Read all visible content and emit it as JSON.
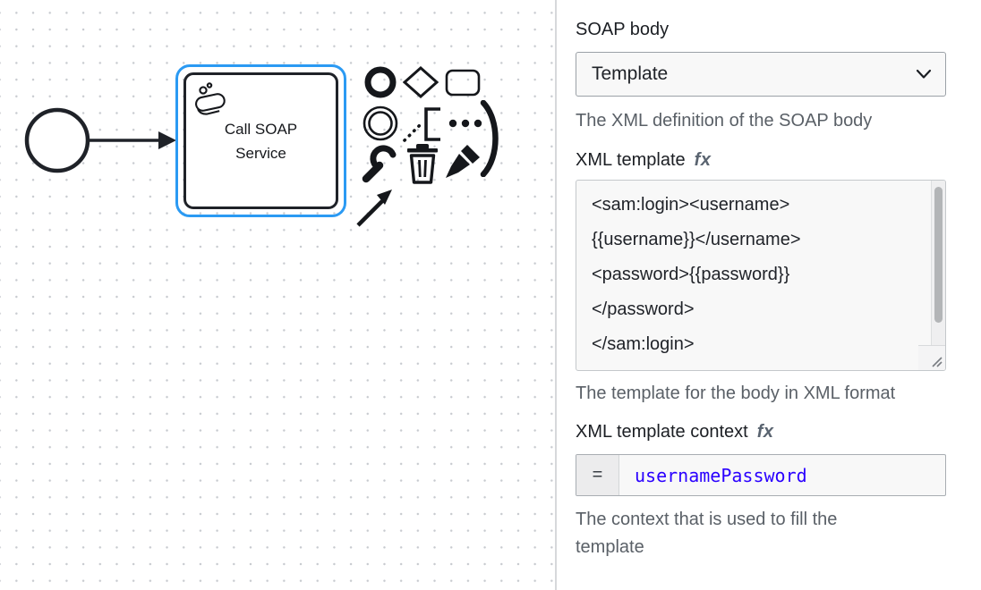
{
  "canvas": {
    "task_label": "Call SOAP Service",
    "icons": {
      "task_marker": "soap-bar-with-bubbles",
      "context_pad": [
        "end-event-circle",
        "gateway-diamond",
        "task-rectangle",
        "intermediate-event-double-circle",
        "text-annotation-bracket",
        "ellipsis-dots",
        "popup-paren-arc",
        "wrench",
        "trash-can",
        "paintbrush",
        "connect-arrow"
      ]
    }
  },
  "panel": {
    "soap_body": {
      "label": "SOAP body",
      "value": "Template",
      "help": "The XML definition of the SOAP body"
    },
    "xml_template": {
      "label": "XML template",
      "feel_indicator": "fx",
      "value": "<sam:login><username>\n{{username}}</username>\n<password>{{password}}\n</password>\n</sam:login>",
      "help": "The template for the body in XML format"
    },
    "xml_template_context": {
      "label": "XML template context",
      "feel_indicator": "fx",
      "prefix": "=",
      "value": "usernamePassword",
      "help": "The context that is used to fill the template"
    }
  },
  "colors": {
    "selection_outline": "#2b9af3",
    "shape_stroke": "#1f2228",
    "feel_value_text": "#2a00ff",
    "help_text": "#5a6067",
    "field_background": "#f8f8f8"
  }
}
